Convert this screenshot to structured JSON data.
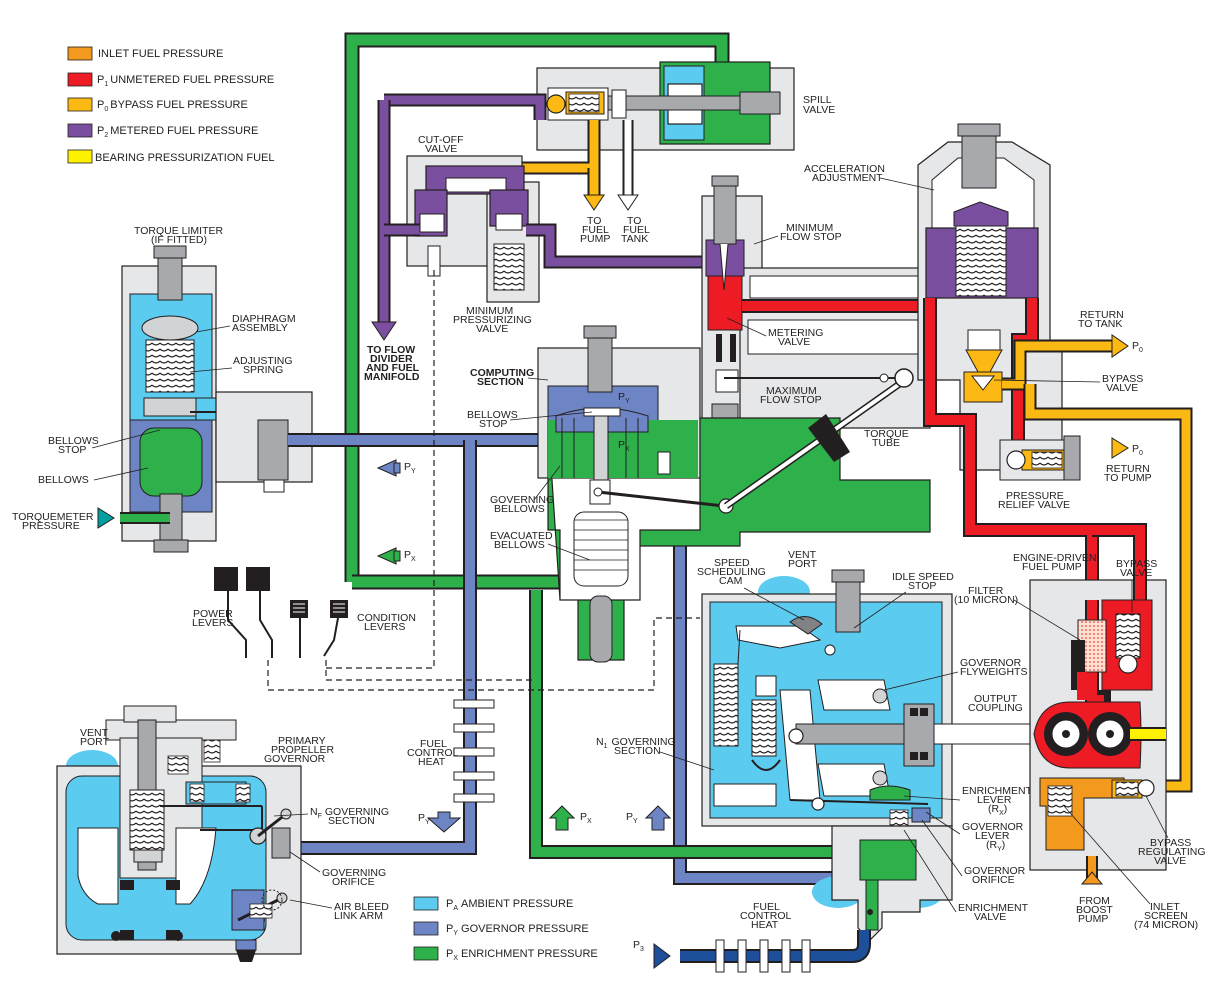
{
  "colors": {
    "inlet": "#f39a1e",
    "unmetered": "#ed1c24",
    "bypass": "#fdb913",
    "metered": "#7b4fa0",
    "bearing": "#fff200",
    "ambient": "#5ccbf0",
    "governor": "#6d85c5",
    "enrichment": "#2eb14b",
    "p3": "#1d4f9a"
  },
  "legend_top": [
    {
      "label": "INLET FUEL PRESSURE",
      "color": "#f39a1e"
    },
    {
      "label": "UNMETERED FUEL PRESSURE",
      "prefix": "P",
      "sub": "1",
      "color": "#ed1c24"
    },
    {
      "label": "BYPASS FUEL PRESSURE",
      "prefix": "P",
      "sub": "0",
      "color": "#fdb913"
    },
    {
      "label": "METERED FUEL PRESSURE",
      "prefix": "P",
      "sub": "2",
      "color": "#7b4fa0"
    },
    {
      "label": "BEARING PRESSURIZATION FUEL",
      "color": "#fff200"
    }
  ],
  "legend_bottom": [
    {
      "label": "AMBIENT PRESSURE",
      "prefix": "P",
      "sub": "A",
      "color": "#5ccbf0"
    },
    {
      "label": "GOVERNOR PRESSURE",
      "prefix": "P",
      "sub": "Y",
      "color": "#6d85c5"
    },
    {
      "label": "ENRICHMENT PRESSURE",
      "prefix": "P",
      "sub": "X",
      "color": "#2eb14b"
    }
  ],
  "labels": {
    "spill_valve_1": "SPILL",
    "spill_valve_2": "VALVE",
    "cutoff_1": "CUT-OFF",
    "cutoff_2": "VALVE",
    "to_fuel_pump_1": "TO",
    "to_fuel_pump_2": "FUEL",
    "to_fuel_pump_3": "PUMP",
    "to_fuel_tank_1": "TO",
    "to_fuel_tank_2": "FUEL",
    "to_fuel_tank_3": "TANK",
    "accel_1": "ACCELERATION",
    "accel_2": "ADJUSTMENT",
    "torque_limiter_1": "TORQUE LIMITER",
    "torque_limiter_2": "(IF FITTED)",
    "diaphragm_1": "DIAPHRAGM",
    "diaphragm_2": "ASSEMBLY",
    "adjusting_1": "ADJUSTING",
    "adjusting_2": "SPRING",
    "min_press_1": "MINIMUM",
    "min_press_2": "PRESSURIZING",
    "min_press_3": "VALVE",
    "min_flow_1": "MINIMUM",
    "min_flow_2": "FLOW STOP",
    "to_flow_1": "TO FLOW",
    "to_flow_2": "DIVIDER",
    "to_flow_3": "AND FUEL",
    "to_flow_4": "MANIFOLD",
    "computing_1": "COMPUTING",
    "computing_2": "SECTION",
    "metering_1": "METERING",
    "metering_2": "VALVE",
    "return_tank_1": "RETURN",
    "return_tank_2": "TO TANK",
    "bypass_valve_1": "BYPASS",
    "bypass_valve_2": "VALVE",
    "max_flow_1": "MAXIMUM",
    "max_flow_2": "FLOW STOP",
    "bellows_stop_1": "BELLOWS",
    "bellows_stop_2": "STOP",
    "torque_tube_1": "TORQUE",
    "torque_tube_2": "TUBE",
    "bellows_stop_l1": "BELLOWS",
    "bellows_stop_l2": "STOP",
    "bellows": "BELLOWS",
    "return_pump_1": "RETURN",
    "return_pump_2": "TO PUMP",
    "relief_1": "PRESSURE",
    "relief_2": "RELIEF VALVE",
    "torquemeter_1": "TORQUEMETER",
    "torquemeter_2": "PRESSURE",
    "gov_bellows_1": "GOVERNING",
    "gov_bellows_2": "BELLOWS",
    "evac_1": "EVACUATED",
    "evac_2": "BELLOWS",
    "engine_pump_1": "ENGINE-DRIVEN",
    "engine_pump_2": "FUEL PUMP",
    "bypass_valve_r1": "BYPASS",
    "bypass_valve_r2": "VALVE",
    "filter_1": "FILTER",
    "filter_2": "(10 MICRON)",
    "speed_sched_1": "SPEED",
    "speed_sched_2": "SCHEDULING",
    "speed_sched_3": "CAM",
    "vent_port_1": "VENT",
    "vent_port_2": "PORT",
    "idle_1": "IDLE SPEED",
    "idle_2": "STOP",
    "power_1": "POWER",
    "power_2": "LEVERS",
    "condition_1": "CONDITION",
    "condition_2": "LEVERS",
    "gov_fly_1": "GOVERNOR",
    "gov_fly_2": "FLYWEIGHTS",
    "output_1": "OUTPUT",
    "output_2": "COUPLING",
    "vent_port_l1": "VENT",
    "vent_port_l2": "PORT",
    "prim_prop_1": "PRIMARY",
    "prim_prop_2": "PROPELLER",
    "prim_prop_3": "GOVERNOR",
    "fuel_heat_1": "FUEL",
    "fuel_heat_2": "CONTROL",
    "fuel_heat_3": "HEAT",
    "n1_gov_1": "GOVERNING",
    "n1_gov_2": "SECTION",
    "n1_prefix": "N",
    "n1_sub": "1",
    "nf_gov_1": "GOVERNING",
    "nf_gov_2": "SECTION",
    "nf_prefix": "N",
    "nf_sub": "F",
    "gov_orifice_l1": "GOVERNING",
    "gov_orifice_l2": "ORIFICE",
    "air_bleed_1": "AIR BLEED",
    "air_bleed_2": "LINK ARM",
    "enrich_lever_1": "ENRICHMENT",
    "enrich_lever_2": "LEVER",
    "gov_lever_1": "GOVERNOR",
    "gov_lever_2": "LEVER",
    "gov_orifice_r1": "GOVERNOR",
    "gov_orifice_r2": "ORIFICE",
    "enrich_valve_1": "ENRICHMENT",
    "enrich_valve_2": "VALVE",
    "bypass_reg_1": "BYPASS",
    "bypass_reg_2": "REGULATING",
    "bypass_reg_3": "VALVE",
    "from_boost_1": "FROM",
    "from_boost_2": "BOOST",
    "from_boost_3": "PUMP",
    "inlet_screen_1": "INLET",
    "inlet_screen_2": "SCREEN",
    "inlet_screen_3": "(74 MICRON)",
    "fuel_heat_b1": "FUEL",
    "fuel_heat_b2": "CONTROL",
    "fuel_heat_b3": "HEAT",
    "p": "P",
    "sub_0": "0",
    "sub_y": "Y",
    "sub_x": "X",
    "sub_3": "3",
    "rx_open": "(R",
    "ry_open": "(R",
    "r_close": ")"
  }
}
